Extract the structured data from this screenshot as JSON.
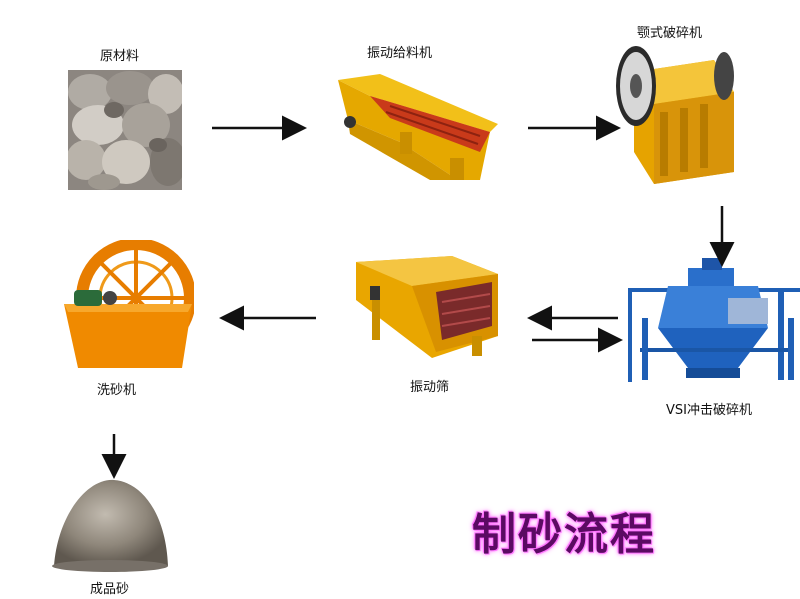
{
  "title": "制砂流程",
  "nodes": {
    "raw_material": "原材料",
    "vibrating_feeder": "振动给料机",
    "jaw_crusher": "颚式破碎机",
    "vsi_crusher": "VSI冲击破碎机",
    "vibrating_screen": "振动筛",
    "sand_washer": "洗砂机",
    "finished_sand": "成品砂"
  }
}
